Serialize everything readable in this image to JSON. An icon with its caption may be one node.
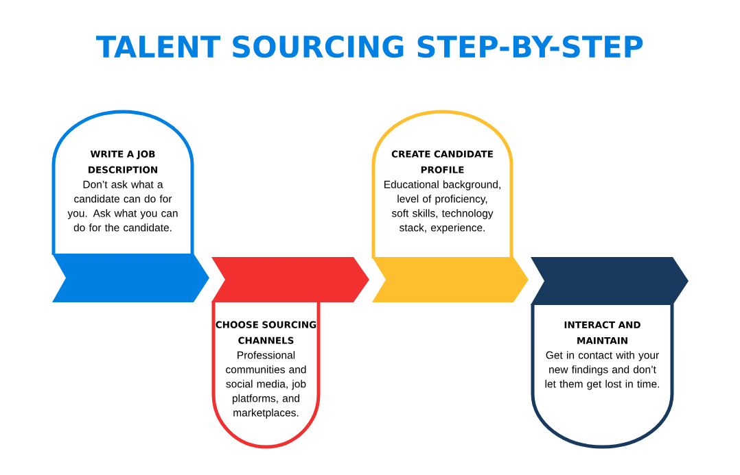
{
  "diagram": {
    "title": "TALENT SOURCING STEP-BY-STEP",
    "nodes": [
      {
        "text": [
          "WRITE A JOB DESCRIPTION",
          "Don’t ask what a candidate can do for you. Ask what you can do for the candidate."
        ]
      },
      {
        "text": [
          "CHOOSE SOURCING CHANNELS",
          "Professional communities and social media, job platforms, and marketplaces."
        ]
      },
      {
        "text": [
          "CREATE CANDIDATE PROFILE",
          "Educational background, level of proficiency, soft skills, technology stack, experience."
        ]
      },
      {
        "text": [
          "INTERACT AND MAINTAIN",
          "Get in contact with your new findings and don’t let them get lost in time."
        ]
      }
    ]
  }
}
